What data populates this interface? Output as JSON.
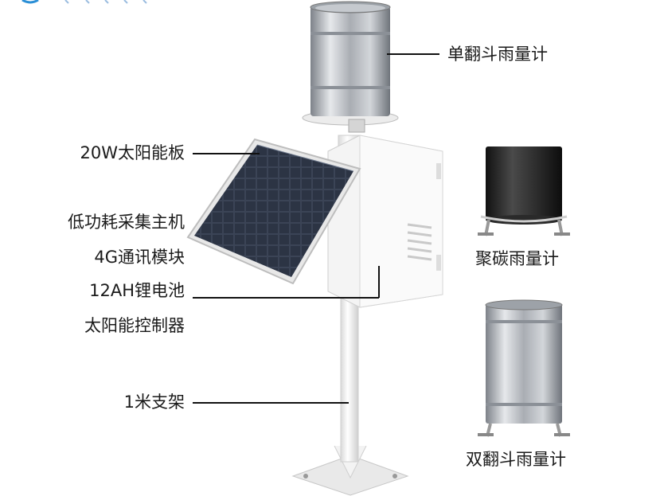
{
  "labels": {
    "single_bucket": "单翻斗雨量计",
    "solar_panel": "20W太阳能板",
    "host": "低功耗采集主机",
    "module_4g": "4G通讯模块",
    "battery": "12AH锂电池",
    "controller": "太阳能控制器",
    "bracket": "1米支架",
    "carbon_gauge": "聚碳雨量计",
    "double_bucket": "双翻斗雨量计"
  },
  "colors": {
    "text": "#1a1a1a",
    "steel": "#b8bcc2",
    "pole": "#f2f2f2",
    "panel": "#3a4252",
    "black_gauge": "#1c1c1c"
  }
}
